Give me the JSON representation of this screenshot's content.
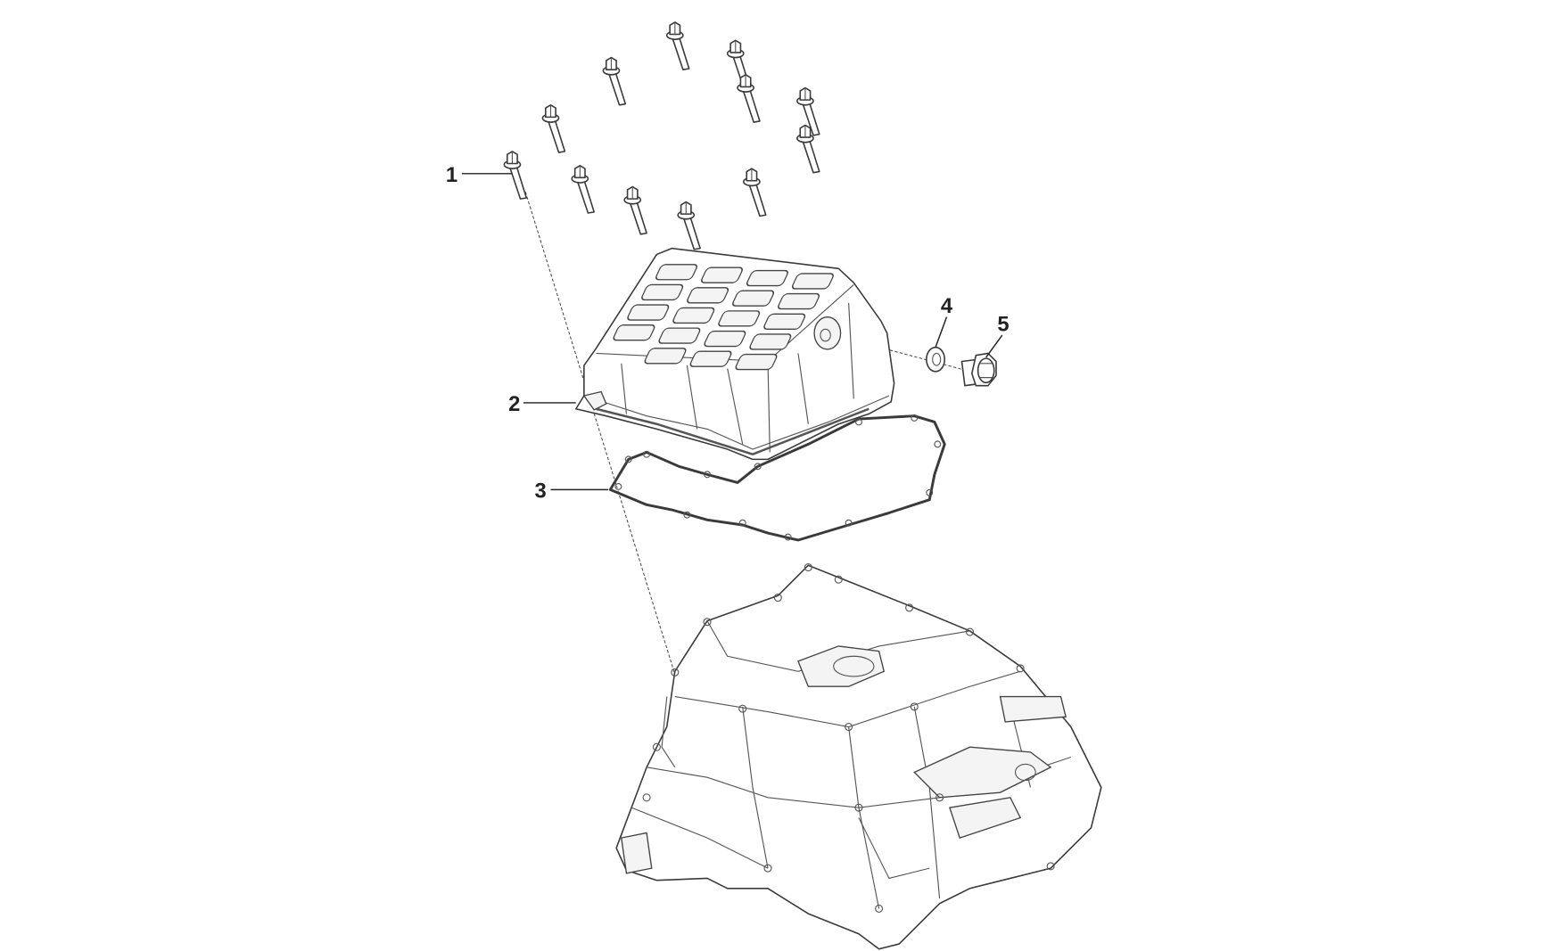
{
  "diagram": {
    "callouts": [
      {
        "id": "1",
        "label": "1",
        "part": "bolt"
      },
      {
        "id": "2",
        "label": "2",
        "part": "oil-pan"
      },
      {
        "id": "3",
        "label": "3",
        "part": "gasket"
      },
      {
        "id": "4",
        "label": "4",
        "part": "washer"
      },
      {
        "id": "5",
        "label": "5",
        "part": "drain-plug"
      }
    ],
    "colors": {
      "line": "#3a3a3a",
      "background": "#ffffff"
    }
  }
}
